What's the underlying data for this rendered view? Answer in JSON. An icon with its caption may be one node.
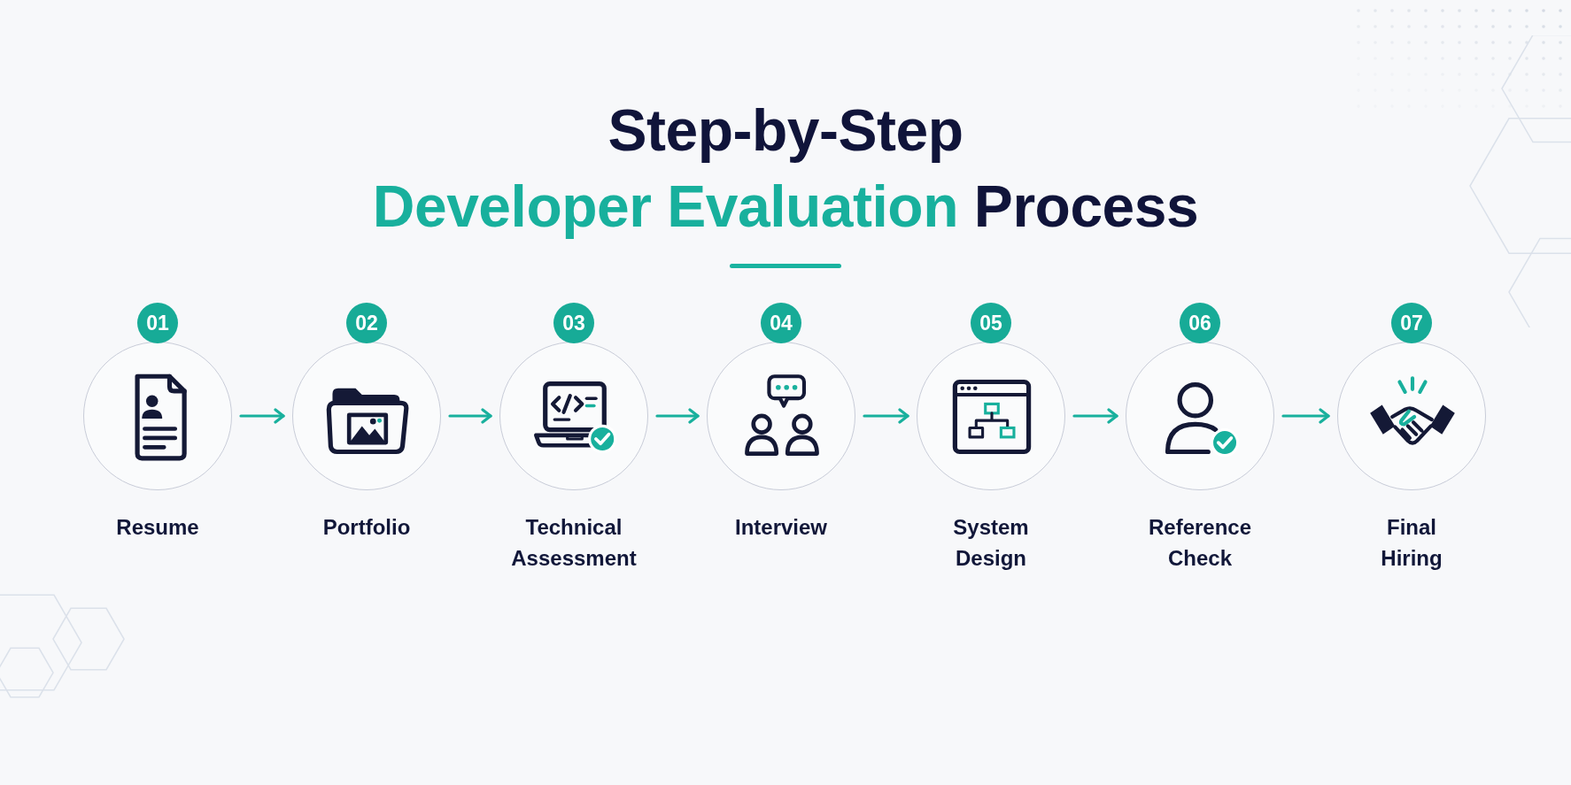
{
  "diagram": {
    "title": "Step-by-Step Developer Evaluation Process",
    "nodes": [
      {
        "text": [
          "01",
          "Resume"
        ]
      },
      {
        "text": [
          "02",
          "Portfolio"
        ]
      },
      {
        "text": [
          "03",
          "Technical Assessment"
        ]
      },
      {
        "text": [
          "04",
          "Interview"
        ]
      },
      {
        "text": [
          "05",
          "System Design"
        ]
      },
      {
        "text": [
          "06",
          "Reference Check"
        ]
      },
      {
        "text": [
          "07",
          "Final Hiring"
        ]
      }
    ],
    "edges": [
      {
        "from": 0,
        "to": 1,
        "arrow": "to"
      },
      {
        "from": 1,
        "to": 2,
        "arrow": "to"
      },
      {
        "from": 2,
        "to": 3,
        "arrow": "to"
      },
      {
        "from": 3,
        "to": 4,
        "arrow": "to"
      },
      {
        "from": 4,
        "to": 5,
        "arrow": "to"
      },
      {
        "from": 5,
        "to": 6,
        "arrow": "to"
      }
    ]
  }
}
